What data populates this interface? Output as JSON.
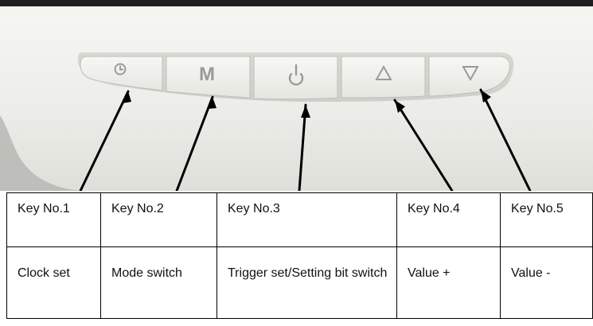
{
  "device_panel": {
    "buttons": [
      {
        "icon": "clock-icon"
      },
      {
        "icon": "mode-letter-icon",
        "label": "M"
      },
      {
        "icon": "power-icon"
      },
      {
        "icon": "triangle-up-icon"
      },
      {
        "icon": "triangle-down-icon"
      }
    ],
    "colors": {
      "panel": "#e7e7e2",
      "button_face": "#ecece8",
      "button_glyph": "#9a9a96",
      "arrow": "#000000"
    }
  },
  "table": {
    "keys": [
      "Key No.1",
      "Key No.2",
      "Key No.3",
      "Key No.4",
      "Key No.5"
    ],
    "functions": [
      "Clock set",
      "Mode switch",
      "Trigger set/Setting bit switch",
      "Value +",
      "Value -"
    ]
  }
}
